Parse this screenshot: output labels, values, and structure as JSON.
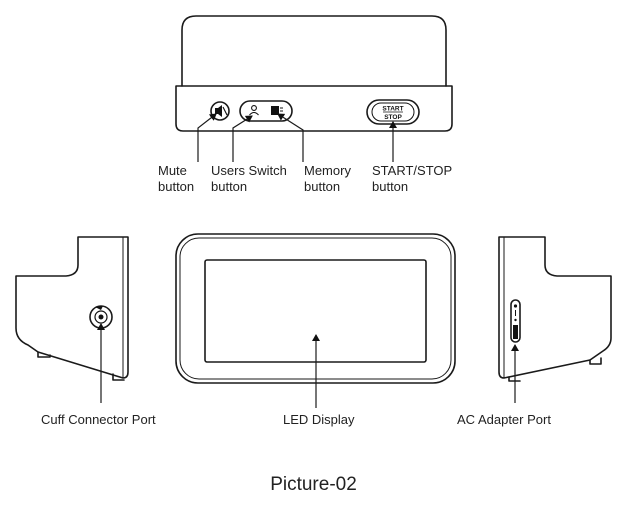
{
  "labels": {
    "mute": [
      "Mute",
      "button"
    ],
    "users_switch": [
      "Users Switch",
      "button"
    ],
    "memory": [
      "Memory",
      "button"
    ],
    "start_stop": [
      "START/STOP",
      "button"
    ],
    "cuff_port": "Cuff Connector Port",
    "led_display": "LED Display",
    "ac_port": "AC Adapter Port"
  },
  "device_button_text": {
    "start": "START",
    "stop": "STOP"
  },
  "caption": "Picture-02"
}
